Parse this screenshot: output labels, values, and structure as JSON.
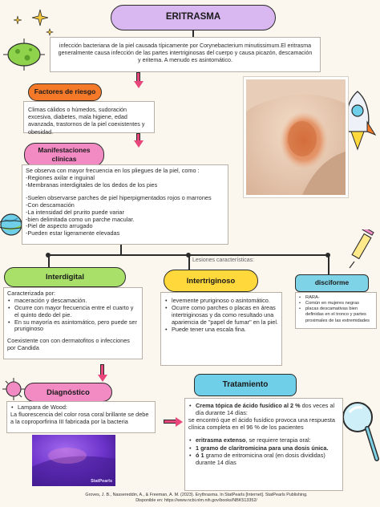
{
  "title": "ERITRASMA",
  "intro": "infección bacteriana  de la piel causada típicamente por Corynebacterium minutissimum.El eritrasma generalmente causa infección de las partes intertriginosas del cuerpo y causa picazón, descamación y eritema. A menudo es asintomático.",
  "risk": {
    "heading": "Factores de riesgo",
    "text": "Climas cálidos o húmedos, sudoración excesiva, diabetes, mala higiene, edad avanzada, trastornos de la piel coexistentes y obesidad."
  },
  "manifest": {
    "heading": "Manifestaciones clínicas",
    "lines": [
      "Se observa con mayor frecuencia en los pliegues de la piel, como :",
      "-Regiones axilar e  inguinal",
      "-Membranas interdigitales de los dedos de los pies",
      "",
      "-Suelen observarse parches de piel hiperpigmentados rojos o marrones",
      "-Con descamación",
      "-La intensidad del prurito puede variar",
      "-bien delimitada como un parche macular.",
      "-Piel de aspecto arrugado",
      "-Pueden estar ligeramente elevadas"
    ]
  },
  "lesions_label": "Lesiones características:",
  "interdigital": {
    "heading": "Interdigital",
    "intro": "Caracterizada por:",
    "bullets": [
      "maceración y descamación.",
      "Ocurre con mayor frecuencia entre el cuarto y el quinto dedo del pie.",
      "En su mayoría es asintomático, pero puede ser pruriginoso"
    ],
    "footer": "Coexistente con con dermatofitos o infecciones por Candida"
  },
  "intertriginoso": {
    "heading": "Intertriginoso",
    "bullets": [
      "levemente pruriginoso o asintomático.",
      "Ocurre como parches o placas en áreas intertriginosas y da como resultado una apariencia de \"papel de fumar\" en la piel.",
      "Puede tener una escala fina."
    ]
  },
  "disciforme": {
    "heading": "disciforme",
    "bullets": [
      "RARA-",
      "Común en mujeres negras",
      "placas descamativas bien definidas en el tronco y partes proximales de las extremidades"
    ]
  },
  "diagnostico": {
    "heading": "Diagnóstico",
    "bullet": "Lampara de Wood:",
    "text": "La fluorescencia del color rosa coral brillante se debe a la coproporfirina III fabricada por la bacteria"
  },
  "tratamiento": {
    "heading": "Tratamiento",
    "item1_bold": "Crema tópica de ácido fusídico al 2 %",
    "item1_rest": " dos veces al día durante 14 días:",
    "item1_text": "se encontró que el ácido fusídico provoca una respuesta clínica completa en el 96 % de los pacientes",
    "item2_bold": "eritrasma extenso",
    "item2_rest": ", se requiere terapia oral:",
    "item3_bold": "1 gramo de claritromicina para una dosis única.",
    "item4_bold": "ó 1",
    "item4_rest": " gramo de eritromicina oral (en dosis divididas) durante 14 días"
  },
  "photo_credit": "StatPearls",
  "reference": [
    "Groves, J. B., Nassereddin, A., & Freeman, A. M. (2023). Erythrasma. In StatPearls [Internet]. StatPearls Publishing.",
    "Disponible en: https://www.ncbi.nlm.nih.gov/books/NBK513352/"
  ],
  "colors": {
    "title_bg": "#d9b7f0",
    "risk_bg": "#f47a2a",
    "manifest_bg": "#f28ac4",
    "interdigital_bg": "#a8e06a",
    "intertriginoso_bg": "#ffd83b",
    "disciforme_bg": "#7fd3e6",
    "diagnostico_bg": "#f28ac4",
    "tratamiento_bg": "#6fcfe8",
    "arrow": "#e8457a"
  }
}
